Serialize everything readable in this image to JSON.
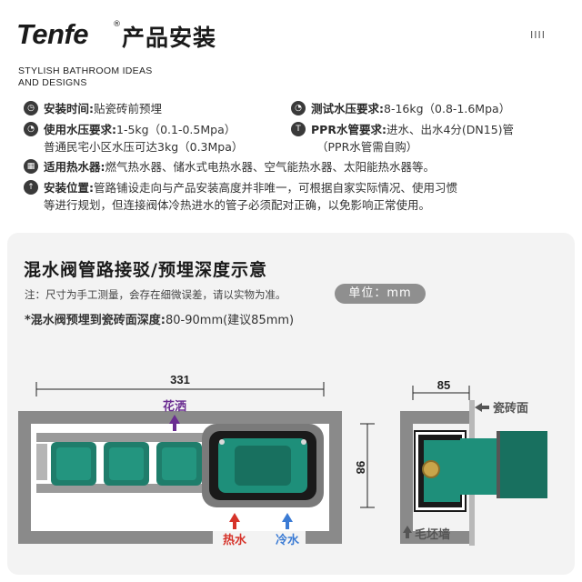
{
  "header": {
    "brand": "Tenfe",
    "brand_mark": "®",
    "title": "产品安装",
    "menu_mark": "IIII"
  },
  "tagline": [
    "STYLISH BATHROOM IDEAS",
    "AND DESIGNS"
  ],
  "specs": {
    "install_time": {
      "label": "安装时间:",
      "value": "贴瓷砖前预埋",
      "icon": "clock-icon"
    },
    "test_pressure": {
      "label": "测试水压要求:",
      "value": "8-16kg（0.8-1.6Mpa）",
      "icon": "gauge-icon"
    },
    "use_pressure": {
      "label": "使用水压要求:",
      "value": "1-5kg（0.1-0.5Mpa）",
      "value2": "普通民宅小区水压可达3kg（0.3Mpa）",
      "icon": "gauge-icon"
    },
    "ppr": {
      "label": "PPR水管要求:",
      "value": "进水、出水4分(DN15)管",
      "value2": "（PPR水管需自购）",
      "icon": "pipe-icon"
    },
    "heater": {
      "label": "适用热水器:",
      "value": "燃气热水器、储水式电热水器、空气能热水器、太阳能热水器等。",
      "icon": "heater-icon"
    },
    "position": {
      "label": "安装位置:",
      "value": "管路铺设走向与产品安装高度并非唯一，可根据自家实际情况、使用习惯",
      "value2": "等进行规划，但连接阀体冷热进水的管子必须配对正确，以免影响正常使用。",
      "icon": "location-icon"
    }
  },
  "section": {
    "title": "混水阀管路接驳/预埋深度示意",
    "note": "注：尺寸为手工测量，会存在细微误差，请以实物为准。",
    "unit": "单位：mm",
    "depth_label": "*混水阀预埋到瓷砖面深度:",
    "depth_value": "80-90mm(建议85mm)"
  },
  "diagram": {
    "width_dim": "331",
    "height_dim": "98",
    "side_width_dim": "85",
    "shower_label": "花洒",
    "hot_label": "热水",
    "cold_label": "冷水",
    "tile_label": "瓷砖面",
    "wall_label": "毛坯墙",
    "colors": {
      "purple": "#6a2c91",
      "red": "#d6332a",
      "blue": "#3b7bd4",
      "teal": "#1e8f7a",
      "gold": "#c9a54a",
      "wall": "#8a8a8a"
    }
  }
}
